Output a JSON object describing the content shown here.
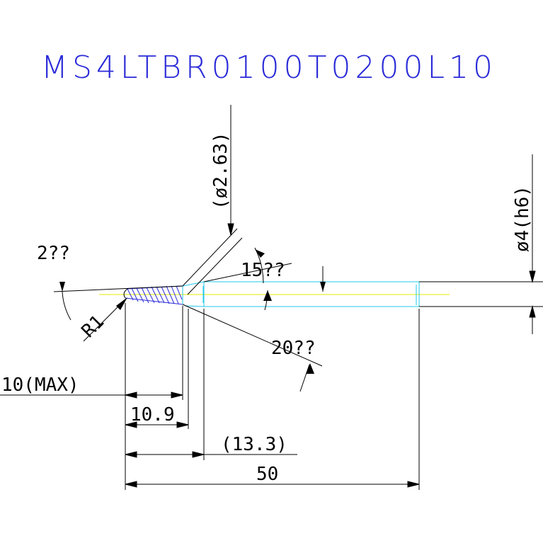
{
  "title": "MS4LTBR0100T0200L10",
  "dimensions": {
    "shank_diameter": "ø4(h6)",
    "neck_diameter": "(ø2.63)",
    "neck_angle": "15??",
    "tip_angle": "2??",
    "relief_angle": "20??",
    "radius": "R1",
    "effective_length": "10(MAX)",
    "length_1": "10.9",
    "length_2": "(13.3)",
    "overall_length": "50"
  },
  "colors": {
    "title": "#2a2ad8",
    "outline": "#000000",
    "body": "#22c8e8",
    "centerline": "#e8e800",
    "hatch": "#2a2ad8"
  }
}
